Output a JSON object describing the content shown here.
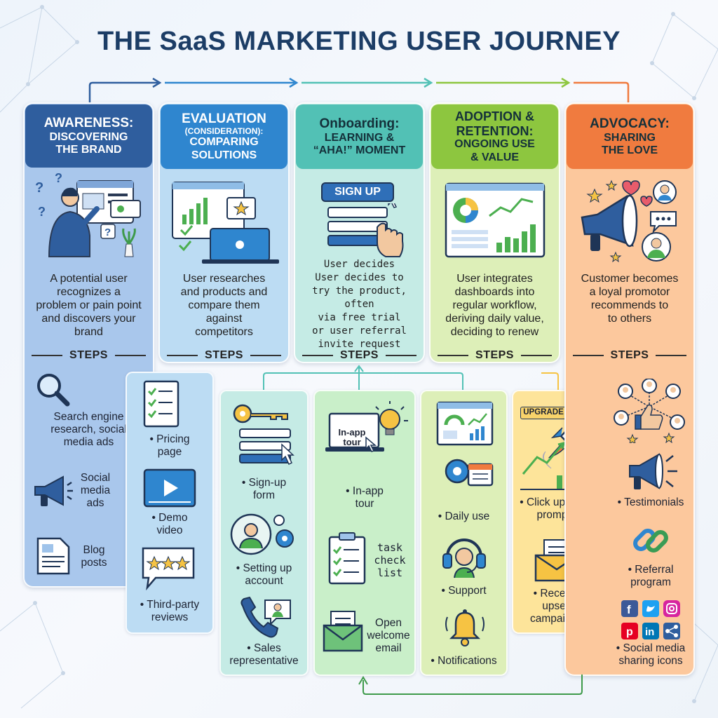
{
  "title": "THE SaaS MARKETING USER JOURNEY",
  "steps_label": "STEPS",
  "stages": [
    {
      "header_line1": "AWARENESS:",
      "header_line2": "DISCOVERING",
      "header_line3": "THE BRAND",
      "description": [
        "A potential user",
        "recognizes a",
        "problem or pain point",
        "and discovers your",
        "brand"
      ],
      "steps": [
        {
          "label": [
            "Search engine",
            "research, social",
            "media ads"
          ],
          "icon": "magnifier-icon"
        },
        {
          "label": [
            "Social",
            "media",
            "ads"
          ],
          "icon": "megaphone-icon"
        },
        {
          "label": [
            "Blog",
            "posts"
          ],
          "icon": "document-icon"
        }
      ]
    },
    {
      "header_line1": "EVALUATION",
      "header_sub": "(CONSIDERATION):",
      "header_line2": "COMPARING",
      "header_line3": "SOLUTIONS",
      "description": [
        "User researches",
        "and products and",
        "compare them",
        "against",
        "competitors"
      ],
      "steps": [
        {
          "label": [
            "• Pricing",
            "page"
          ],
          "icon": "checklist-icon"
        },
        {
          "label": [
            "• Demo",
            "video"
          ],
          "icon": "video-player-icon"
        },
        {
          "label": [
            "• Third-party",
            "reviews"
          ],
          "icon": "star-review-icon"
        }
      ]
    },
    {
      "header_line1": "Onboarding:",
      "header_line2": "LEARNING &",
      "header_line3": "“AHA!” MOMENT",
      "signup_button": "SIGN UP",
      "description": [
        "User decides",
        "User decides to",
        "try the product, often",
        "via free trial",
        "or user referral",
        "invite request"
      ],
      "steps_left": [
        {
          "label": [
            "• Sign-up",
            "form"
          ],
          "icon": "key-icon"
        },
        {
          "label": [
            "• Setting up",
            "account"
          ],
          "icon": "user-gear-icon"
        },
        {
          "label": [
            "• Sales",
            "representative"
          ],
          "icon": "phone-icon"
        }
      ],
      "steps_right": [
        {
          "label": [
            "• In-app",
            "tour"
          ],
          "icon": "laptop-lightbulb-icon",
          "screen_text": [
            "In-app",
            "tour"
          ]
        },
        {
          "label": [
            "task",
            "check",
            "list"
          ],
          "icon": "clipboard-icon"
        },
        {
          "label": [
            "Open",
            "welcome",
            "email"
          ],
          "icon": "envelope-icon"
        }
      ]
    },
    {
      "header_line1": "ADOPTION &",
      "header_line2": "RETENTION:",
      "header_line3": "ONGOING USE",
      "header_line4": "& VALUE",
      "description": [
        "User integrates",
        "dashboards into",
        "regular workflow,",
        "deriving daily value,",
        "deciding to renew"
      ],
      "steps_left": [
        {
          "label": [
            "• Daily use"
          ],
          "icon": "dashboard-icon"
        },
        {
          "label": [
            "• Support"
          ],
          "icon": "headset-icon"
        },
        {
          "label": [
            "• Notifications"
          ],
          "icon": "bell-icon"
        }
      ],
      "steps_right": [
        {
          "label": [
            "• Click upgrade",
            "prompts"
          ],
          "icon": "rocket-icon",
          "badge": "UPGRADE"
        },
        {
          "label": [
            "• Receive",
            "upsell",
            "campaigns"
          ],
          "icon": "envelope-icon"
        }
      ]
    },
    {
      "header_line1": "ADVOCACY:",
      "header_line2": "SHARING",
      "header_line3": "THE LOVE",
      "description": [
        "Customer becomes",
        "a loyal promotor",
        "recommends to",
        "to others"
      ],
      "steps": [
        {
          "label": [],
          "icon": "network-thumbs-up-icon"
        },
        {
          "label": [
            "• Testimonials"
          ],
          "icon": "megaphone-icon"
        },
        {
          "label": [
            "• Referral",
            "program"
          ],
          "icon": "chain-link-icon"
        },
        {
          "label": [
            "• Social media",
            "sharing icons"
          ],
          "icon": "social-icons"
        }
      ]
    }
  ],
  "colors": {
    "blue_header": "#2f5e9e",
    "blue_col": "#a9c7ec",
    "blue2_header": "#2f86cf",
    "blue2_col": "#bcdcf3",
    "teal_header": "#52c1b5",
    "teal_col": "#c5ebe5",
    "green_header": "#8dc63f",
    "green_col": "#ddefb8",
    "orange_header": "#f07b3f",
    "orange_col": "#fcc89d"
  }
}
